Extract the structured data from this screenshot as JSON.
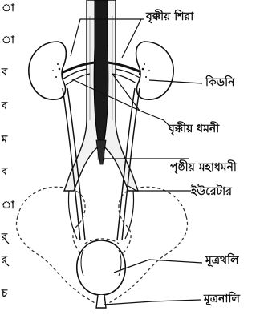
{
  "margin_glyphs": [
    "া",
    "া",
    "ব",
    "ব",
    "ম",
    "ব",
    "া",
    "র্",
    "র্",
    "চ"
  ],
  "labels": {
    "renal_vein": "বৃক্কীয় শিরা",
    "kidney": "কিডনি",
    "renal_artery": "বৃক্কীয় ধমনী",
    "dorsal_aorta": "পৃষ্ঠীয় মহাধমনী",
    "ureter": "ইউরেটার",
    "urinary_bladder": "মূত্রথলি",
    "urethra": "মূত্রনালি"
  }
}
